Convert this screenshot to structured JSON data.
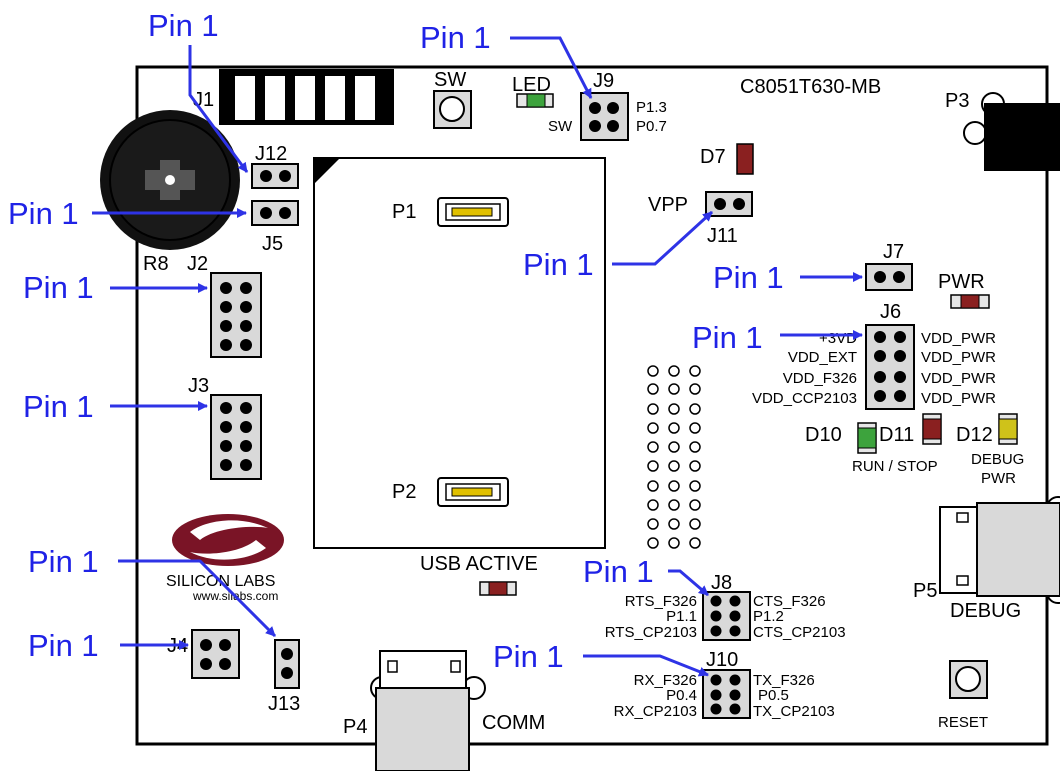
{
  "board": {
    "title": "C8051T630-MB",
    "headers": {
      "j1": "J1",
      "j2": "J2",
      "j3": "J3",
      "j4": "J4",
      "j5": "J5",
      "j6": "J6",
      "j7": "J7",
      "j8": "J8",
      "j9": "J9",
      "j10": "J10",
      "j11": "J11",
      "j12": "J12",
      "j13": "J13"
    },
    "ports": {
      "p1": "P1",
      "p2": "P2",
      "p3": "P3",
      "p4": "P4",
      "p5": "P5"
    },
    "misc": {
      "sw": "SW",
      "led": "LED",
      "sw_small": "SW",
      "p13": "P1.3",
      "p07": "P0.7",
      "d7": "D7",
      "vpp": "VPP",
      "r8": "R8",
      "pwr": "PWR",
      "usb_active": "USB ACTIVE",
      "comm": "COMM",
      "debug": "DEBUG",
      "reset": "RESET",
      "d10": "D10",
      "d11": "D11",
      "d12": "D12",
      "run_stop": "RUN / STOP",
      "debug_pwr_1": "DEBUG",
      "debug_pwr_2": "PWR",
      "logo_text": "SILICON LABS",
      "logo_url": "www.silabs.com"
    },
    "j6_left": [
      "+3VD",
      "VDD_EXT",
      "VDD_F326",
      "VDD_CCP2103"
    ],
    "j6_right": [
      "VDD_PWR",
      "VDD_PWR",
      "VDD_PWR",
      "VDD_PWR"
    ],
    "j8_left": [
      "RTS_F326",
      "P1.1",
      "RTS_CP2103"
    ],
    "j8_right": [
      "CTS_F326",
      "P1.2",
      "CTS_CP2103"
    ],
    "j10_left": [
      "RX_F326",
      "P0.4",
      "RX_CP2103"
    ],
    "j10_right": [
      "TX_F326",
      "P0.5",
      "TX_CP2103"
    ]
  },
  "callouts": {
    "pin1_j12": "Pin 1",
    "pin1_j5": "Pin 1",
    "pin1_j2": "Pin 1",
    "pin1_j3": "Pin 1",
    "pin1_j13": "Pin 1",
    "pin1_j4": "Pin 1",
    "pin1_j9": "Pin 1",
    "pin1_j11": "Pin 1",
    "pin1_j7": "Pin 1",
    "pin1_j6": "Pin 1",
    "pin1_j8": "Pin 1",
    "pin1_j10": "Pin 1"
  },
  "colors": {
    "callout": "#1f22e6",
    "led_green": "#2f9a2f",
    "led_red": "#8a2020",
    "led_yellow": "#cfc21a",
    "logo": "#7a1426"
  }
}
